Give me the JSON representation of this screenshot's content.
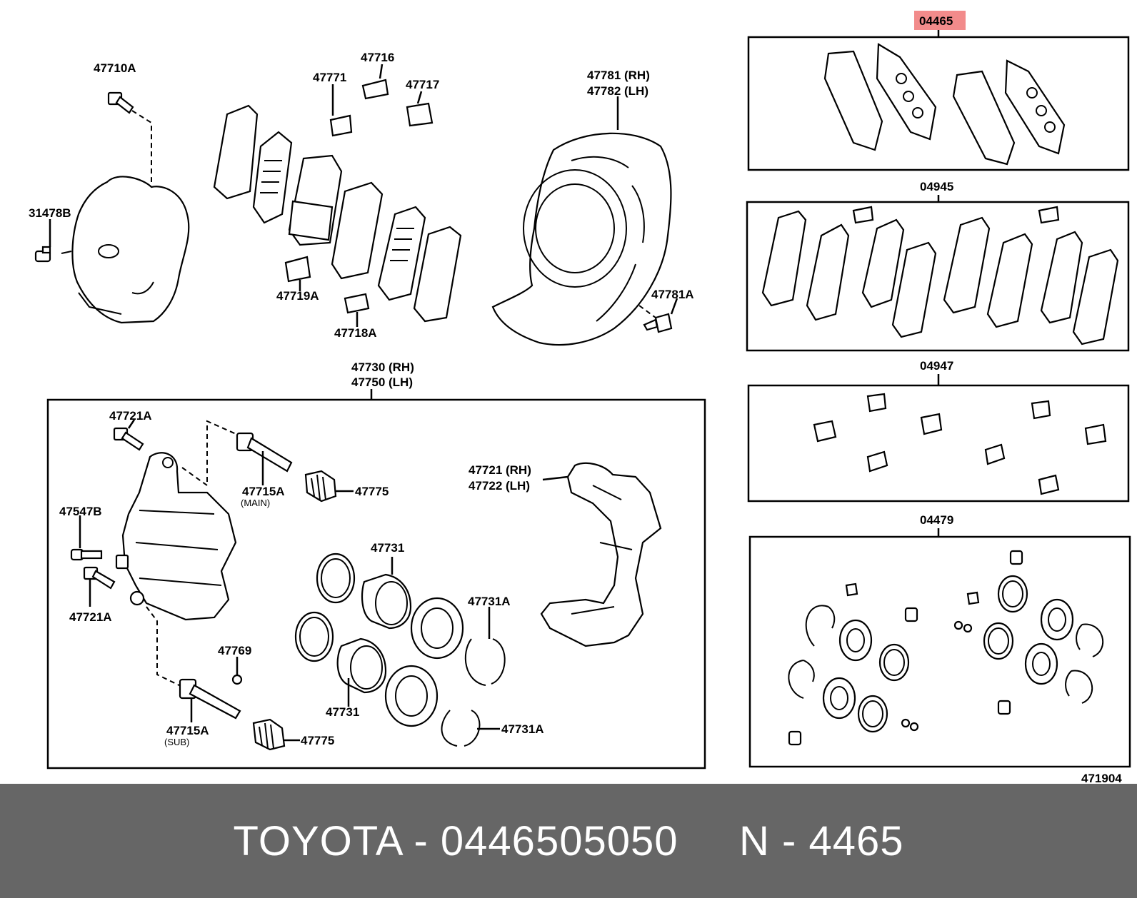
{
  "labels": {
    "p47710A": "47710A",
    "p31478B": "31478B",
    "p47771": "47771",
    "p47716": "47716",
    "p47717": "47717",
    "p47719A": "47719A",
    "p47718A": "47718A",
    "p47781": "47781 (RH)",
    "p47782": "47782 (LH)",
    "p47781A": "47781A",
    "p04465": "04465",
    "p04945": "04945",
    "p04947": "04947",
    "p04479": "04479",
    "p471904": "471904",
    "p47730": "47730 (RH)",
    "p47750": "47750 (LH)",
    "p47721A_top": "47721A",
    "p47547B": "47547B",
    "p47721A_bot": "47721A",
    "p47715A": "47715A",
    "p47715A_note": "(MAIN)",
    "p47775_top": "47775",
    "p47721": "47721 (RH)",
    "p47722": "47722 (LH)",
    "p47731_top": "47731",
    "p47731A_top": "47731A",
    "p47769": "47769",
    "p47731_bot": "47731",
    "p47715A_sub": "47715A",
    "p47715A_sub_note": "(SUB)",
    "p47775_bot": "47775",
    "p47731A_bot": "47731A"
  },
  "highlight_color": "#f28b8b",
  "footer": {
    "text": "TOYOTA - 0446505050     N - 4465",
    "background": "#666666"
  }
}
